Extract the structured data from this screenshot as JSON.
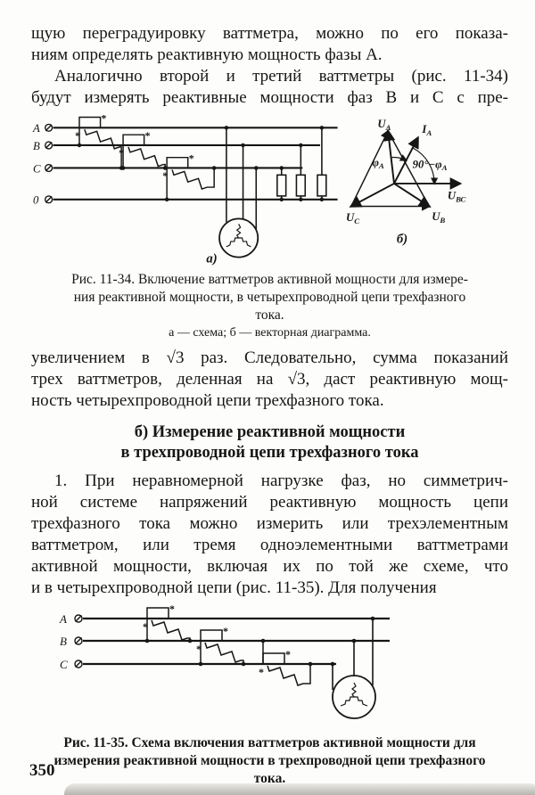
{
  "page_number": "350",
  "paragraphs": {
    "p1": {
      "lines": [
        "щую переградуировку ваттметра, можно по его показа-",
        "ниям определять реактивную мощность фазы А."
      ]
    },
    "p2": {
      "lines": [
        "Аналогично второй и третий ваттметры (рис. 11-34)",
        "будут измерять реактивные мощности фаз В и С с пре-"
      ]
    },
    "p3": {
      "lines": [
        "увеличением в √3 раз. Следовательно, сумма показаний",
        "трех ваттметров, деленная на √3, даст реактивную мощ-",
        "ность четырехпроводной цепи трехфазного тока."
      ]
    },
    "p4": {
      "lines": [
        "1. При неравномерной нагрузке фаз, но симметрич-",
        "ной системе напряжений реактивную мощность цепи",
        "трехфазного тока можно измерить или трехэлементным",
        "ваттметром, или тремя одноэлементными ваттметрами",
        "активной мощности, включая их по той же схеме, что",
        "и в четырехпроводной цепи (рис. 11-35). Для получения"
      ]
    }
  },
  "section_heading": {
    "lines": [
      "б) Измерение реактивной мощности",
      "в трехпроводной цепи трехфазного тока"
    ]
  },
  "figure_11_34": {
    "caption_lines": [
      "Рис. 11-34. Включение ваттметров активной мощности для измере-",
      "ния реактивной мощности, в четырехпроводной цепи трехфазного",
      "тока."
    ],
    "subcaption": "а — схема; б — векторная диаграмма.",
    "schematic": {
      "phase_a": "А",
      "phase_b": "В",
      "phase_c": "С",
      "neutral": "0",
      "part_label": "а)",
      "polarity_mark": "*"
    },
    "vector_diagram": {
      "part_label": "б)",
      "labels": {
        "ua": {
          "base": "U",
          "sub": "А"
        },
        "ia": {
          "base": "I",
          "sub": "А"
        },
        "ubc": {
          "base": "U",
          "sub": "ВС"
        },
        "ub": {
          "base": "U",
          "sub": "В"
        },
        "uc": {
          "base": "U",
          "sub": "С"
        },
        "phi": {
          "base": "φ",
          "sub": "А"
        },
        "angle90": {
          "base": "90°−φ",
          "sub": "А"
        }
      }
    }
  },
  "figure_11_35": {
    "caption_lines": [
      "Рис. 11-35. Схема включения ваттметров активной мощности для",
      "измерения реактивной мощности в трехпроводной цепи трехфазного",
      "тока."
    ],
    "schematic": {
      "phase_a": "А",
      "phase_b": "В",
      "phase_c": "С",
      "polarity_mark": "*"
    }
  }
}
